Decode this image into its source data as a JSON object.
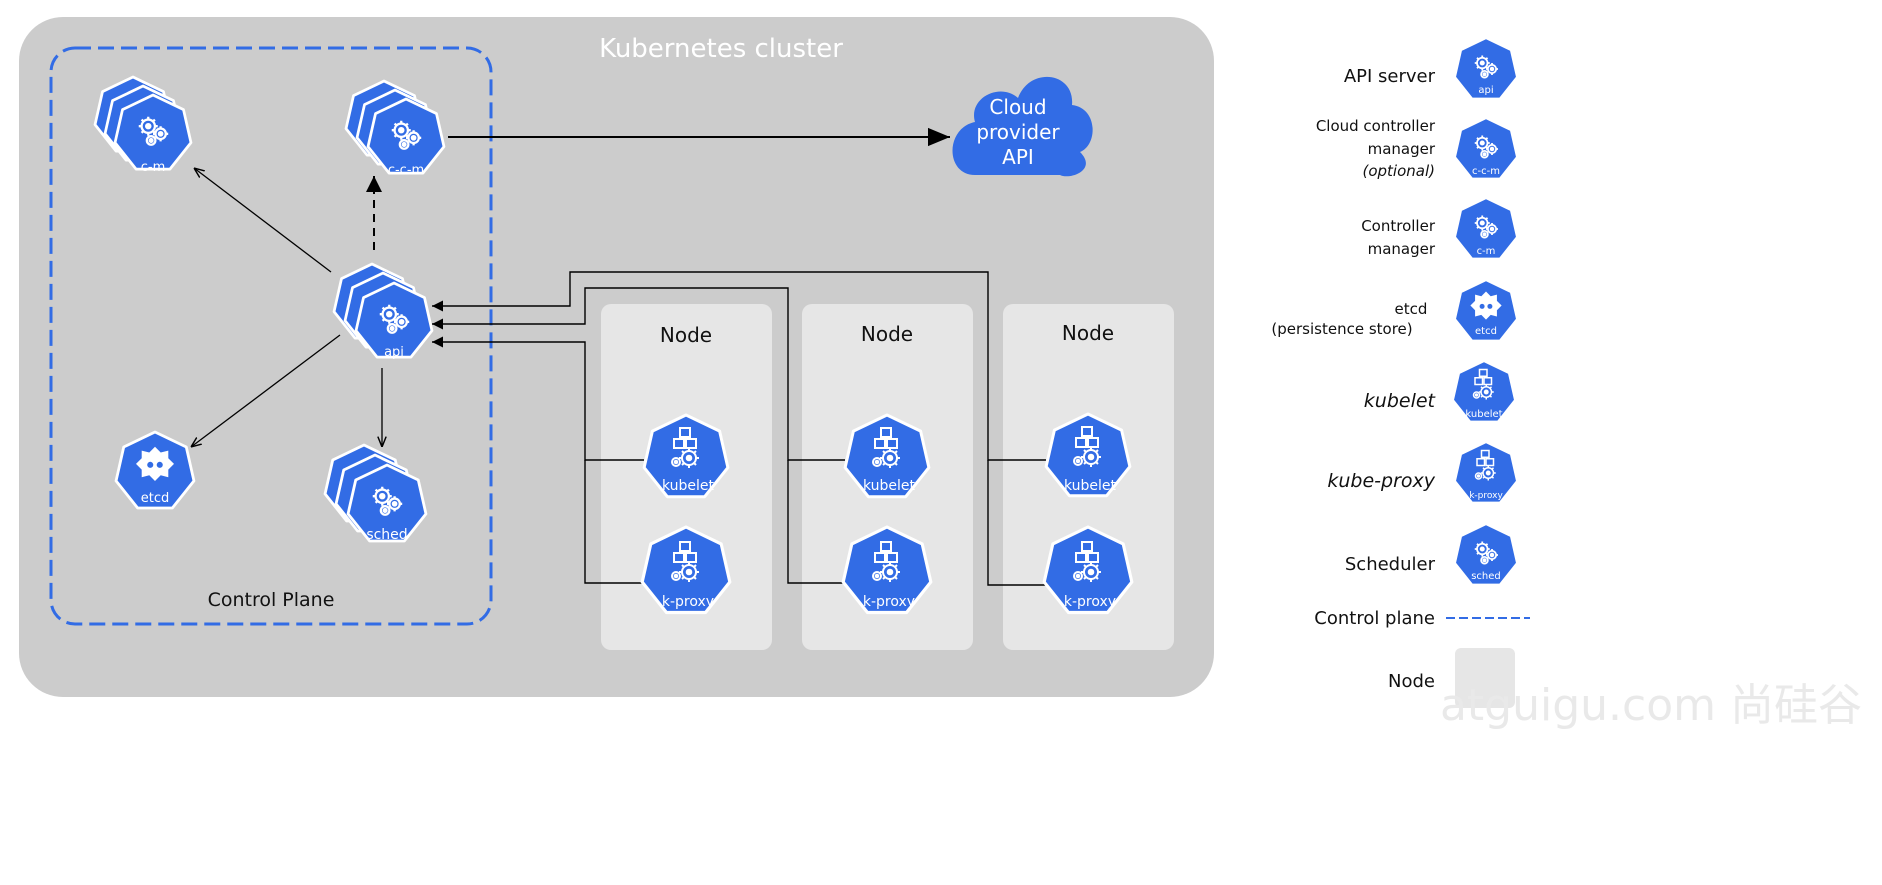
{
  "cluster": {
    "title": "Kubernetes cluster"
  },
  "control_plane": {
    "label": "Control Plane",
    "components": {
      "cm": "c-m",
      "ccm": "c-c-m",
      "api": "api",
      "etcd": "etcd",
      "sched": "sched"
    }
  },
  "cloud": {
    "lines": [
      "Cloud",
      "provider",
      "API"
    ]
  },
  "nodes": [
    {
      "title": "Node",
      "kubelet": "kubelet",
      "kproxy": "k-proxy"
    },
    {
      "title": "Node",
      "kubelet": "kubelet",
      "kproxy": "k-proxy"
    },
    {
      "title": "Node",
      "kubelet": "kubelet",
      "kproxy": "k-proxy"
    }
  ],
  "legend": {
    "api_server": {
      "label": "API server",
      "icon_text": "api"
    },
    "ccm": {
      "lines": [
        "Cloud controller",
        "manager",
        "(optional)"
      ],
      "icon_text": "c-c-m"
    },
    "cm": {
      "lines": [
        "Controller",
        "manager"
      ],
      "icon_text": "c-m"
    },
    "etcd": {
      "lines": [
        "etcd",
        "(persistence store)"
      ],
      "icon_text": "etcd"
    },
    "kubelet": {
      "label": "kubelet",
      "icon_text": "kubelet"
    },
    "kube_proxy": {
      "label": "kube-proxy",
      "icon_text": "k-proxy"
    },
    "scheduler": {
      "label": "Scheduler",
      "icon_text": "sched"
    },
    "control_plane": {
      "label": "Control plane"
    },
    "node": {
      "label": "Node"
    }
  },
  "watermark": "atguigu.com 尚硅谷",
  "colors": {
    "k8s_blue": "#326ce5",
    "cluster_bg": "#cccccc",
    "node_bg": "#e6e6e6",
    "dashed_border": "#326ce5"
  }
}
